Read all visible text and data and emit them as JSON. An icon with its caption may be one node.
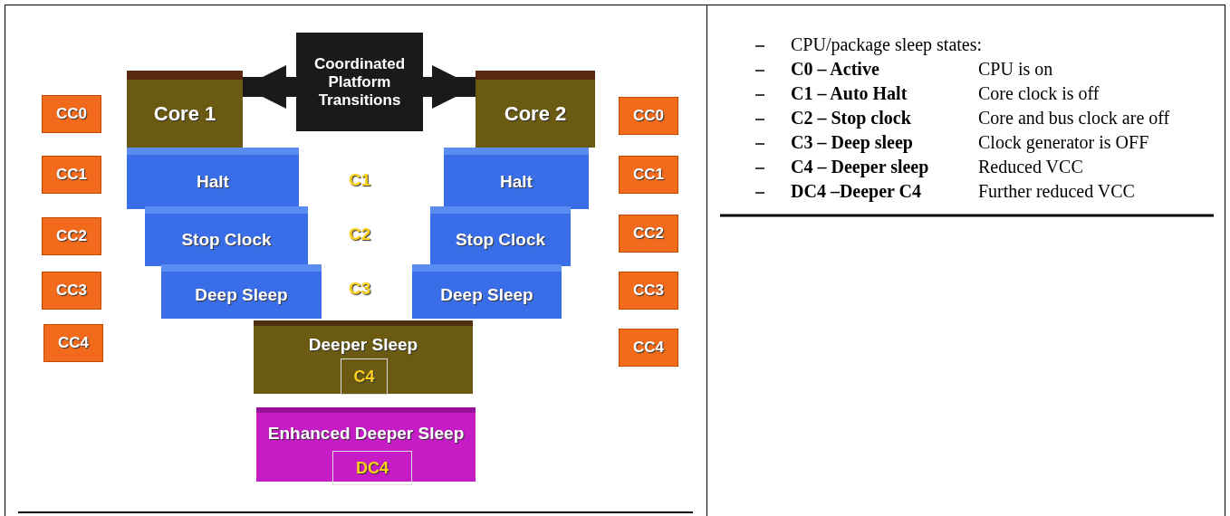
{
  "diagram": {
    "nodes": [
      {
        "text": [
          "CC0"
        ]
      },
      {
        "text": [
          "Core 1"
        ]
      },
      {
        "text": [
          "Core 2"
        ]
      },
      {
        "text": [
          "CC0"
        ]
      },
      {
        "text": [
          "CC1"
        ]
      },
      {
        "text": [
          "Halt"
        ]
      },
      {
        "text": [
          "Halt"
        ]
      },
      {
        "text": [
          "CC1"
        ]
      },
      {
        "text": [
          "CC2"
        ]
      },
      {
        "text": [
          "Stop Clock"
        ]
      },
      {
        "text": [
          "Stop Clock"
        ]
      },
      {
        "text": [
          "CC2"
        ]
      },
      {
        "text": [
          "CC3"
        ]
      },
      {
        "text": [
          "Deep Sleep"
        ]
      },
      {
        "text": [
          "Deep Sleep"
        ]
      },
      {
        "text": [
          "CC3"
        ]
      },
      {
        "text": [
          "CC4"
        ]
      },
      {
        "text": [
          "Deeper Sleep"
        ]
      },
      {
        "text": [
          "C4"
        ],
        "in": 17
      },
      {
        "text": [
          "CC4"
        ]
      },
      {
        "text": [
          "Enhanced Deeper Sleep"
        ]
      },
      {
        "text": [
          "DC4"
        ],
        "in": 20
      }
    ],
    "edges": [
      {
        "from": 1,
        "to": 2,
        "arrow": "both",
        "label": "Coordinated Platform Transitions"
      }
    ],
    "labels": [
      "C1",
      "C2",
      "C3",
      "CPU/package sleep states:",
      "C0 – Active",
      "CPU is on",
      "C1 – Auto Halt",
      "Core clock is off",
      "C2 – Stop clock",
      "Core and bus clock are off",
      "C3 – Deep sleep",
      "Clock generator is OFF",
      "C4 – Deeper sleep",
      "Reduced VCC",
      "DC4 –Deeper C4",
      "Further reduced VCC"
    ]
  }
}
